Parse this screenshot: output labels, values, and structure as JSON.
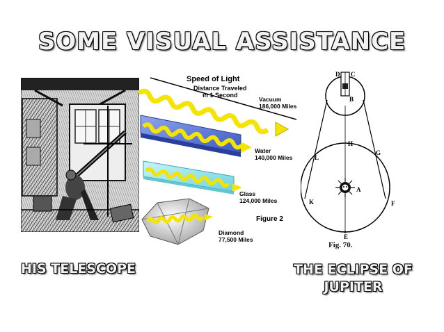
{
  "slide": {
    "title": "Some Visual Assistance",
    "caption_left": "His Telescope",
    "caption_right": "The Eclipse of Jupiter"
  },
  "figure": {
    "title": "Speed of Light",
    "distance_line1": "Distance Traveled",
    "distance_line2": "in 1 Second",
    "media": [
      {
        "name": "Vacuum",
        "speed": "186,000 Miles"
      },
      {
        "name": "Water",
        "speed": "140,000 Miles"
      },
      {
        "name": "Glass",
        "speed": "124,000 Miles"
      },
      {
        "name": "Diamond",
        "speed": "77,500 Miles"
      }
    ],
    "figure_label": "Figure 2"
  },
  "diagram": {
    "labels": {
      "D": "D",
      "C": "C",
      "B": "B",
      "H": "H",
      "G": "G",
      "L": "L",
      "A": "A",
      "K": "K",
      "F": "F",
      "E": "E"
    },
    "caption": "Fig. 70."
  },
  "colors": {
    "wave": "#f5e400",
    "water": "#5b78d8",
    "glass": "#8fe3ea",
    "diamond": "#dcdcdc"
  }
}
